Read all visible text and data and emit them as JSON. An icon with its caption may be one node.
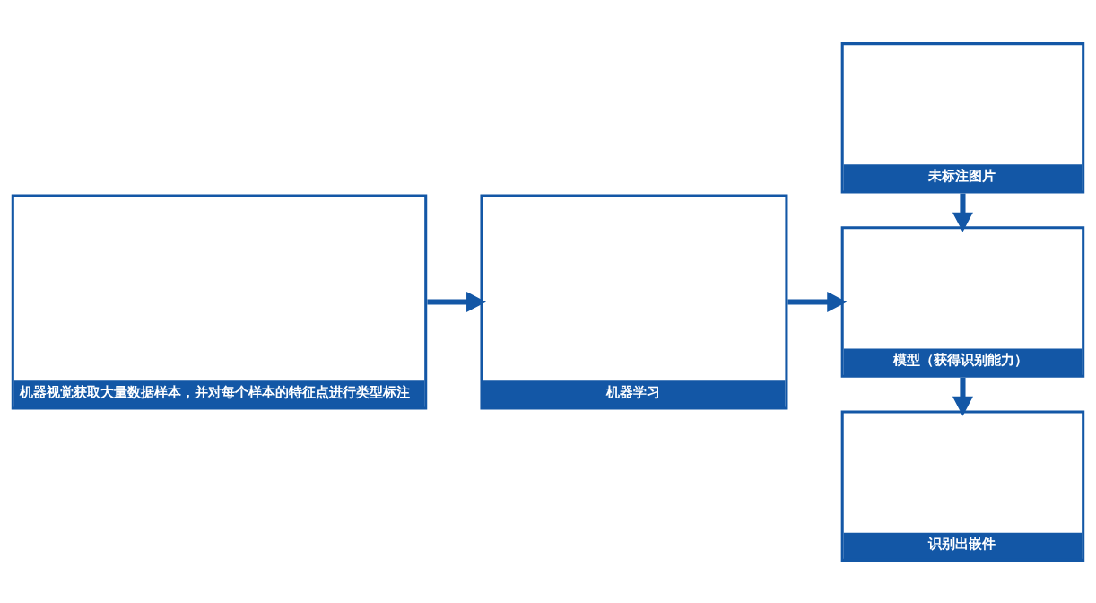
{
  "diagram": {
    "nodes": [
      {
        "text": [
          "机器视觉获取大量数据样本，并对每个样本的特征点进行类型标注"
        ]
      },
      {
        "text": [
          "机器学习"
        ]
      },
      {
        "text": [
          "未标注图片"
        ]
      },
      {
        "text": [
          "模型（获得识别能力）"
        ]
      },
      {
        "text": [
          "识别出嵌件"
        ]
      }
    ],
    "edges": [
      {
        "from": 0,
        "to": 1,
        "arrow": "to"
      },
      {
        "from": 1,
        "to": 3,
        "arrow": "to"
      },
      {
        "from": 2,
        "to": 3,
        "arrow": "to"
      },
      {
        "from": 3,
        "to": 4,
        "arrow": "to"
      }
    ]
  }
}
